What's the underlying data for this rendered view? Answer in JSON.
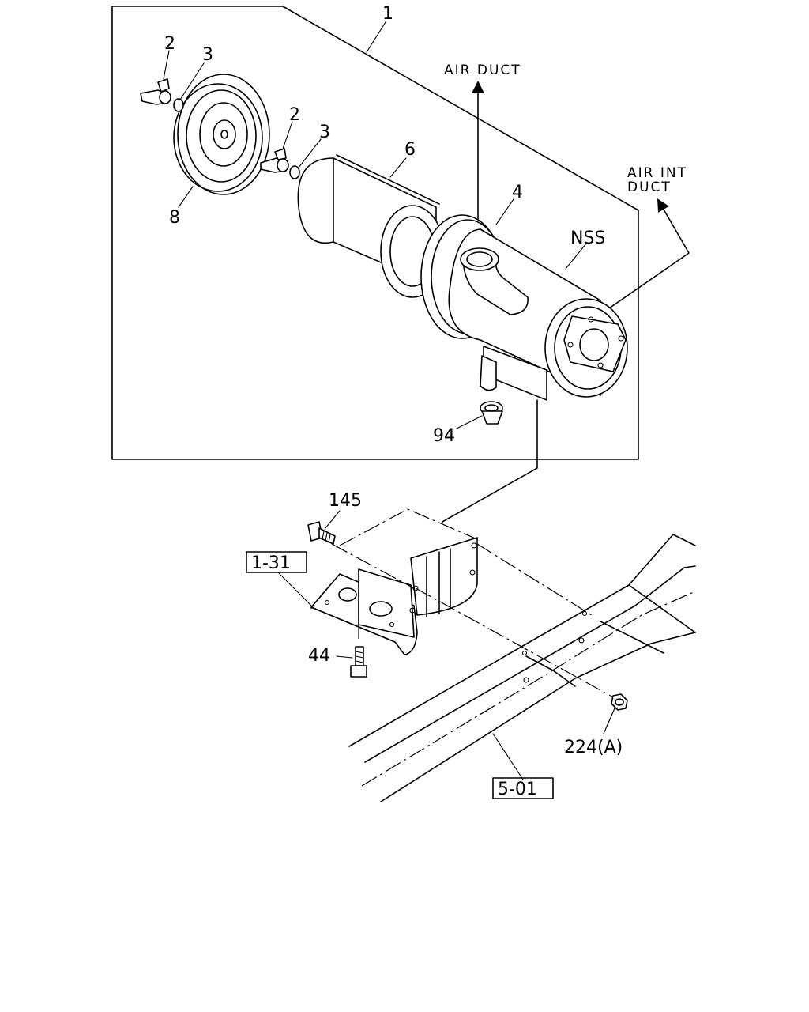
{
  "callouts": {
    "part_1": "1",
    "part_2a": "2",
    "part_3a": "3",
    "part_2b": "2",
    "part_3b": "3",
    "part_6": "6",
    "part_4": "4",
    "part_8": "8",
    "nss": "NSS",
    "part_94": "94",
    "part_145": "145",
    "part_44": "44",
    "part_224": "224(A)"
  },
  "annotations": {
    "air_duct": "AIR DUCT",
    "air_int_line1": "AIR INT",
    "air_int_line2": "DUCT"
  },
  "references": {
    "ref_1_31": "1-31",
    "ref_5_01": "5-01"
  }
}
